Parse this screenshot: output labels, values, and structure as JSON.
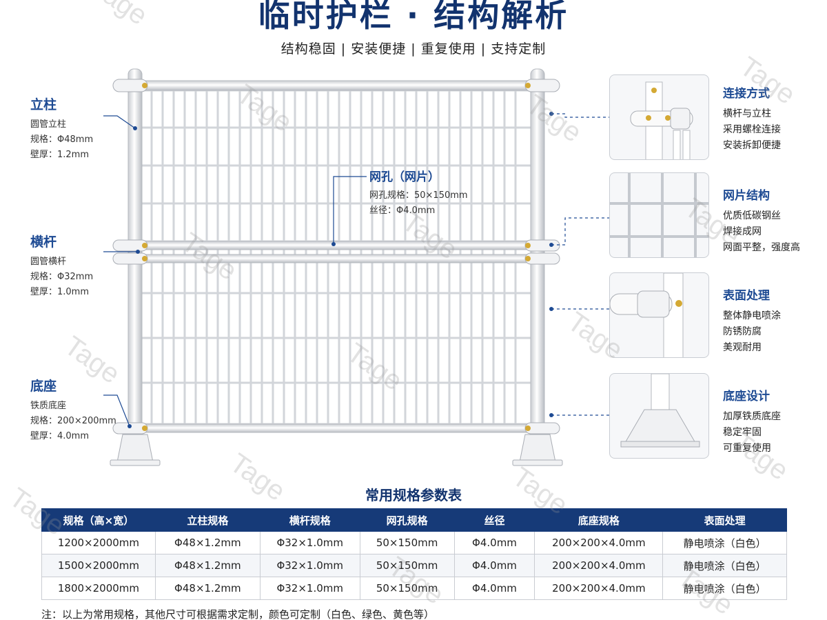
{
  "title": "临时护栏 · 结构解析",
  "subtitle": "结构稳固 | 安装便捷 | 重复使用 | 支持定制",
  "callouts": {
    "post": {
      "title": "立柱",
      "lines": [
        "圆管立柱",
        "规格：Φ48mm",
        "壁厚：1.2mm"
      ]
    },
    "rail": {
      "title": "横杆",
      "lines": [
        "圆管横杆",
        "规格：Φ32mm",
        "壁厚：1.0mm"
      ]
    },
    "base": {
      "title": "底座",
      "lines": [
        "铁质底座",
        "规格：200×200mm",
        "壁厚：4.0mm"
      ]
    },
    "mesh": {
      "title": "网孔（网片）",
      "lines": [
        "网孔规格：50×150mm",
        "丝径：Φ4.0mm"
      ]
    }
  },
  "details": [
    {
      "title": "连接方式",
      "lines": [
        "横杆与立柱",
        "采用螺栓连接",
        "安装拆卸便捷"
      ],
      "icon": "connector-detail"
    },
    {
      "title": "网片结构",
      "lines": [
        "优质低碳钢丝",
        "焊接成网",
        "网面平整，强度高"
      ],
      "icon": "mesh-detail"
    },
    {
      "title": "表面处理",
      "lines": [
        "整体静电喷涂",
        "防锈防腐",
        "美观耐用"
      ],
      "icon": "coating-detail"
    },
    {
      "title": "底座设计",
      "lines": [
        "加厚铁质底座",
        "稳定牢固",
        "可重复使用"
      ],
      "icon": "base-detail"
    }
  ],
  "table": {
    "title": "常用规格参数表",
    "headers": [
      "规格（高×宽）",
      "立柱规格",
      "横杆规格",
      "网孔规格",
      "丝径",
      "底座规格",
      "表面处理"
    ],
    "rows": [
      [
        "1200×2000mm",
        "Φ48×1.2mm",
        "Φ32×1.0mm",
        "50×150mm",
        "Φ4.0mm",
        "200×200×4.0mm",
        "静电喷涂（白色）"
      ],
      [
        "1500×2000mm",
        "Φ48×1.2mm",
        "Φ32×1.0mm",
        "50×150mm",
        "Φ4.0mm",
        "200×200×4.0mm",
        "静电喷涂（白色）"
      ],
      [
        "1800×2000mm",
        "Φ48×1.2mm",
        "Φ32×1.0mm",
        "50×150mm",
        "Φ4.0mm",
        "200×200×4.0mm",
        "静电喷涂（白色）"
      ]
    ]
  },
  "note": "注：以上为常用规格，其他尺寸可根据需求定制，颜色可定制（白色、绿色、黄色等）",
  "watermark": "Tage",
  "colors": {
    "primary": "#12336e",
    "accent": "#1d4a93",
    "header": "#163a78"
  }
}
